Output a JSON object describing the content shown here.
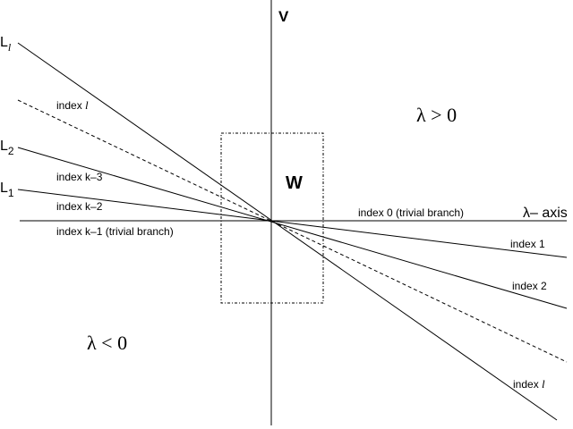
{
  "axes": {
    "vertical_label": "V",
    "horizontal_label": "λ– axis"
  },
  "regions": {
    "positive": "λ > 0",
    "negative": "λ < 0"
  },
  "box_label": "W",
  "left_labels": {
    "l_top": {
      "base": "L",
      "sub": "l"
    },
    "l2": {
      "base": "L",
      "sub": "2"
    },
    "l1": {
      "base": "L",
      "sub": "1"
    }
  },
  "left_index_labels": {
    "index_l": {
      "prefix": "index ",
      "italic": "l"
    },
    "index_k3": "index k–3",
    "index_k2": "index k–2",
    "index_k1": "index k–1 (trivial branch)"
  },
  "right_index_labels": {
    "index_0": "index 0 (trivial branch)",
    "index_1": "index 1",
    "index_2": "index 2",
    "index_l": {
      "prefix": "index ",
      "italic": "l"
    }
  },
  "colors": {
    "line": "#000000",
    "background": "#ffffff"
  }
}
